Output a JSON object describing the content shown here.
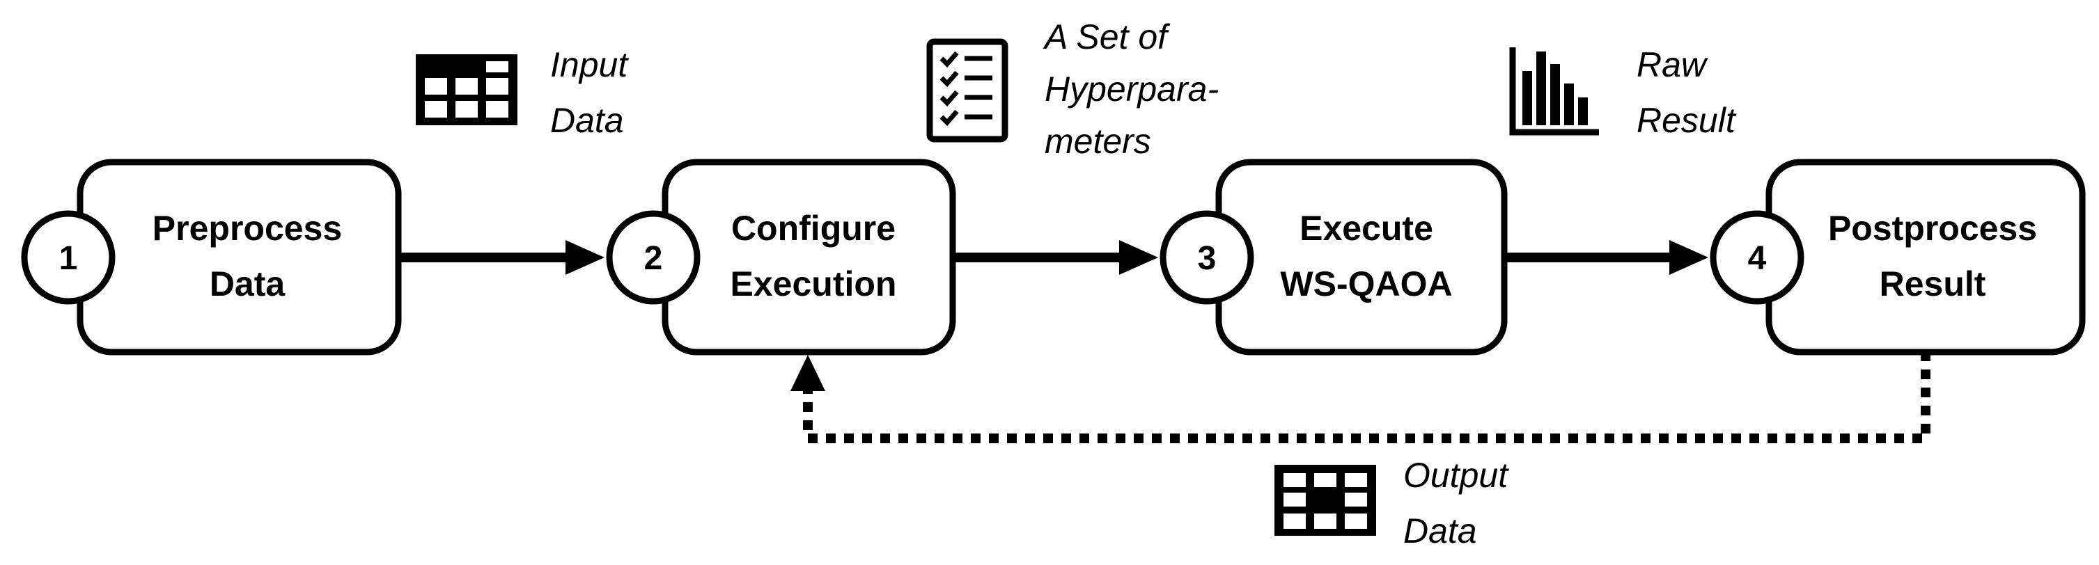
{
  "steps": [
    {
      "number": "1",
      "line1": "Preprocess",
      "line2": "Data"
    },
    {
      "number": "2",
      "line1": "Configure",
      "line2": "Execution"
    },
    {
      "number": "3",
      "line1": "Execute",
      "line2": "WS-QAOA"
    },
    {
      "number": "4",
      "line1": "Postprocess",
      "line2": "Result"
    }
  ],
  "artifacts": [
    {
      "icon": "table-icon",
      "lines": [
        "Input",
        "Data"
      ]
    },
    {
      "icon": "checklist-icon",
      "lines": [
        "A Set of",
        "Hyperpara-",
        "meters"
      ]
    },
    {
      "icon": "bar-chart-icon",
      "lines": [
        "Raw",
        "Result"
      ]
    },
    {
      "icon": "table-icon",
      "lines": [
        "Output",
        "Data"
      ]
    }
  ],
  "colors": {
    "stroke": "#000000",
    "fill": "#ffffff"
  }
}
